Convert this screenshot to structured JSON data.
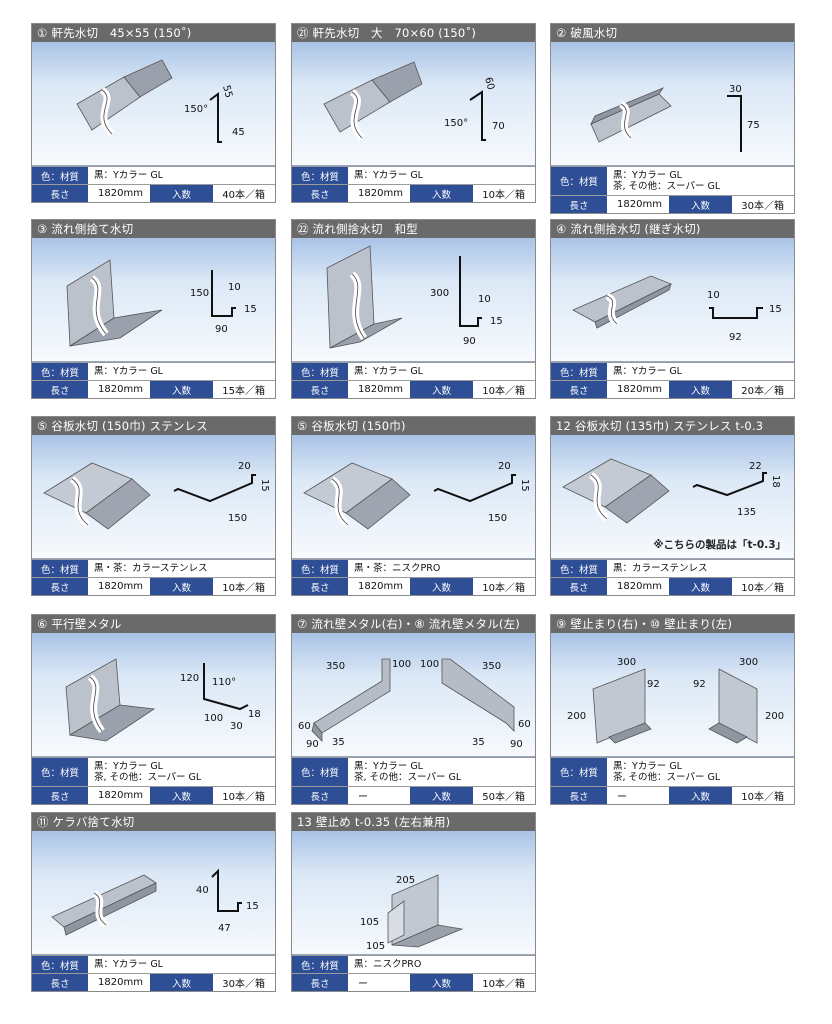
{
  "labels": {
    "color_material": "色：材質",
    "length": "長さ",
    "quantity": "入数"
  },
  "products": [
    {
      "title": "① 軒先水切　45×55 (150˚)",
      "material": [
        "黒：Yカラー GL"
      ],
      "length": "1820mm",
      "qty": "40本／箱"
    },
    {
      "title": "㉑ 軒先水切　大　70×60 (150˚)",
      "material": [
        "黒：Yカラー GL"
      ],
      "length": "1820mm",
      "qty": "10本／箱"
    },
    {
      "title": "② 破風水切",
      "material": [
        "黒：Yカラー GL",
        "茶, その他：スーパー GL"
      ],
      "length": "1820mm",
      "qty": "30本／箱"
    },
    {
      "title": "③ 流れ側捨て水切",
      "material": [
        "黒：Yカラー GL"
      ],
      "length": "1820mm",
      "qty": "15本／箱"
    },
    {
      "title": "㉒ 流れ側捨水切　和型",
      "material": [
        "黒：Yカラー GL"
      ],
      "length": "1820mm",
      "qty": "10本／箱"
    },
    {
      "title": "④ 流れ側捨水切 (継ぎ水切)",
      "material": [
        "黒：Yカラー GL"
      ],
      "length": "1820mm",
      "qty": "20本／箱"
    },
    {
      "title": "⑤ 谷板水切 (150巾) ステンレス",
      "material": [
        "黒・茶：カラーステンレス"
      ],
      "length": "1820mm",
      "qty": "10本／箱"
    },
    {
      "title": "⑤ 谷板水切 (150巾)",
      "material": [
        "黒・茶：ニスクPRO"
      ],
      "length": "1820mm",
      "qty": "10本／箱"
    },
    {
      "title": "12 谷板水切 (135巾) ステンレス t-0.3",
      "material": [
        "黒：カラーステンレス"
      ],
      "length": "1820mm",
      "qty": "10本／箱",
      "note": "※こちらの製品は「t-0.3」"
    },
    {
      "title": "⑥ 平行壁メタル",
      "material": [
        "黒：Yカラー GL",
        "茶, その他：スーパー GL"
      ],
      "length": "1820mm",
      "qty": "10本／箱"
    },
    {
      "title": "⑦ 流れ壁メタル(右)・⑧ 流れ壁メタル(左)",
      "material": [
        "黒：Yカラー GL",
        "茶, その他：スーパー GL"
      ],
      "length": "ー",
      "qty": "50本／箱"
    },
    {
      "title": "⑨ 壁止まり(右)・⑩ 壁止まり(左)",
      "material": [
        "黒：Yカラー GL",
        "茶, その他：スーパー GL"
      ],
      "length": "ー",
      "qty": "10本／箱"
    },
    {
      "title": "⑪ ケラバ捨て水切",
      "material": [
        "黒：Yカラー GL"
      ],
      "length": "1820mm",
      "qty": "30本／箱"
    },
    {
      "title": "13 壁止め t-0.35 (左右兼用)",
      "material": [
        "黒：ニスクPRO"
      ],
      "length": "ー",
      "qty": "10本／箱"
    }
  ],
  "dims": {
    "p1": [
      "55",
      "150°",
      "45"
    ],
    "p2": [
      "60",
      "150°",
      "70"
    ],
    "p3": [
      "30",
      "75"
    ],
    "p4": [
      "150",
      "10",
      "15",
      "90"
    ],
    "p5": [
      "300",
      "10",
      "15",
      "90"
    ],
    "p6": [
      "10",
      "15",
      "92"
    ],
    "p7": [
      "20",
      "15",
      "150"
    ],
    "p8": [
      "20",
      "15",
      "150"
    ],
    "p9": [
      "22",
      "18",
      "135"
    ],
    "p10": [
      "120",
      "110°",
      "18",
      "100",
      "30"
    ],
    "p11": [
      "350",
      "100",
      "60",
      "90",
      "35",
      "100",
      "350",
      "60",
      "35",
      "90"
    ],
    "p12": [
      "300",
      "92",
      "200",
      "300",
      "92",
      "200"
    ],
    "p13": [
      "40",
      "15",
      "47"
    ],
    "p14": [
      "205",
      "105",
      "105"
    ]
  }
}
